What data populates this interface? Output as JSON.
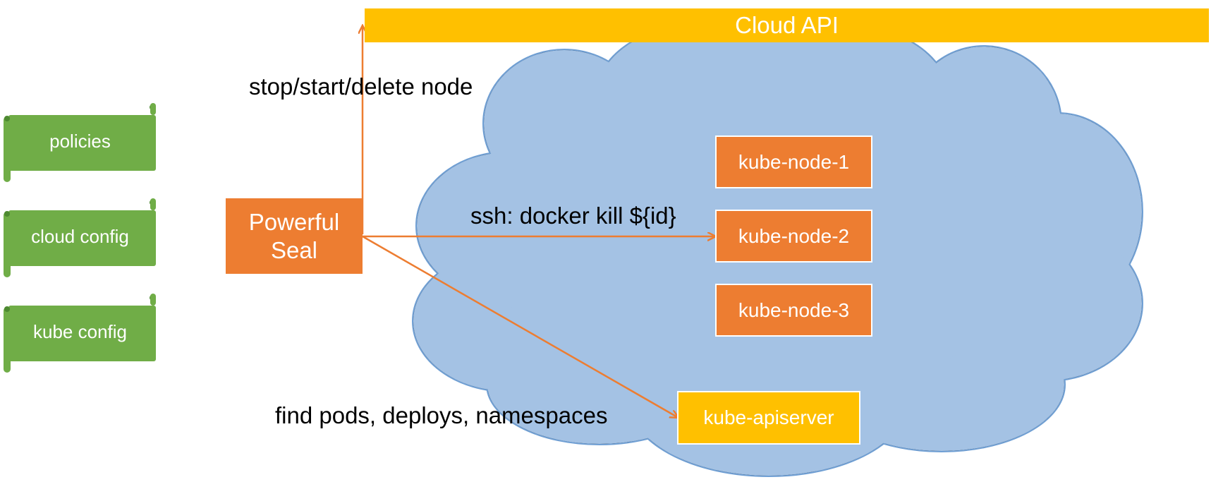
{
  "colors": {
    "cloud_fill": "#a4c2e4",
    "cloud_stroke": "#6f9fd4",
    "accent_orange": "#ed7d31",
    "accent_yellow": "#ffc000",
    "scroll_green": "#70ad47",
    "scroll_dark": "#4e8a31"
  },
  "cloud_api": {
    "label": "Cloud API"
  },
  "config_files": [
    {
      "label": "policies",
      "icon": "scroll-icon"
    },
    {
      "label": "cloud config",
      "icon": "scroll-icon"
    },
    {
      "label": "kube config",
      "icon": "scroll-icon"
    }
  ],
  "powerful_seal": {
    "line1": "Powerful",
    "line2": "Seal"
  },
  "nodes": [
    {
      "label": "kube-node-1"
    },
    {
      "label": "kube-node-2"
    },
    {
      "label": "kube-node-3"
    }
  ],
  "apiserver": {
    "label": "kube-apiserver"
  },
  "edges": [
    {
      "from": "Powerful Seal",
      "to": "Cloud API",
      "label": "stop/start/delete node"
    },
    {
      "from": "Powerful Seal",
      "to": "kube-node-2",
      "label": "ssh: docker kill ${id}"
    },
    {
      "from": "Powerful Seal",
      "to": "kube-apiserver",
      "label": "find pods, deploys, namespaces"
    }
  ]
}
